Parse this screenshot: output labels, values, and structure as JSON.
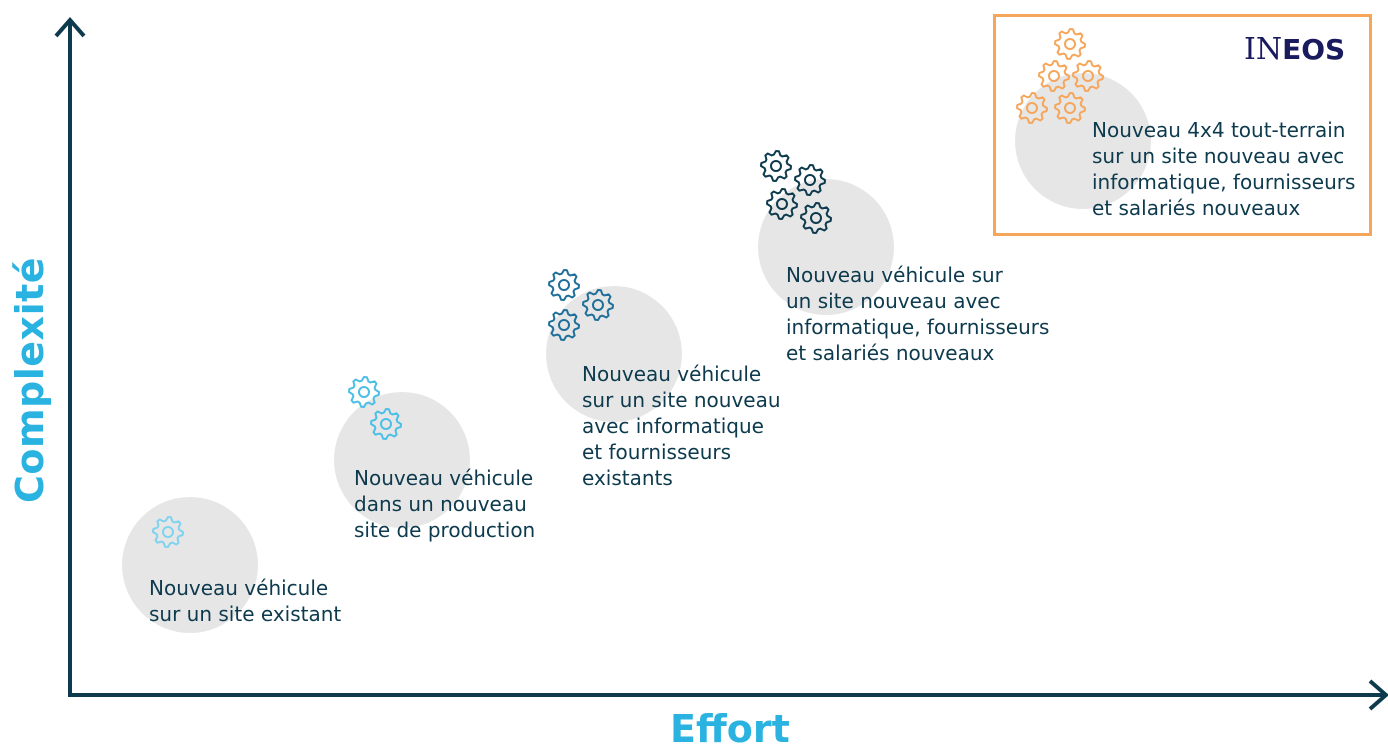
{
  "axes": {
    "y_label": "Complexité",
    "x_label": "Effort",
    "color": "#2ab3e1",
    "line_color": "#0d3a4d"
  },
  "stages": [
    {
      "label": "Nouveau véhicule\nsur un site existant",
      "gear_count": 1,
      "gear_color": "#7fd3ef"
    },
    {
      "label": "Nouveau véhicule\ndans un nouveau\nsite de production",
      "gear_count": 2,
      "gear_color": "#4cbfe6"
    },
    {
      "label": "Nouveau véhicule\nsur un site nouveau\navec informatique\net fournisseurs\nexistants",
      "gear_count": 3,
      "gear_color": "#1f6f9a"
    },
    {
      "label": "Nouveau véhicule sur\nun site nouveau avec\ninformatique, fournisseurs\net salariés nouveaux",
      "gear_count": 4,
      "gear_color": "#0d3a4d"
    },
    {
      "label": "Nouveau 4x4 tout-terrain\nsur un site nouveau avec\ninformatique, fournisseurs\net salariés nouveaux",
      "gear_count": 5,
      "gear_color": "#f5a65b"
    }
  ],
  "logo": {
    "text_left": "IN",
    "text_mid": "EOS",
    "label": "INEOS"
  },
  "highlight_color": "#f5a65b"
}
